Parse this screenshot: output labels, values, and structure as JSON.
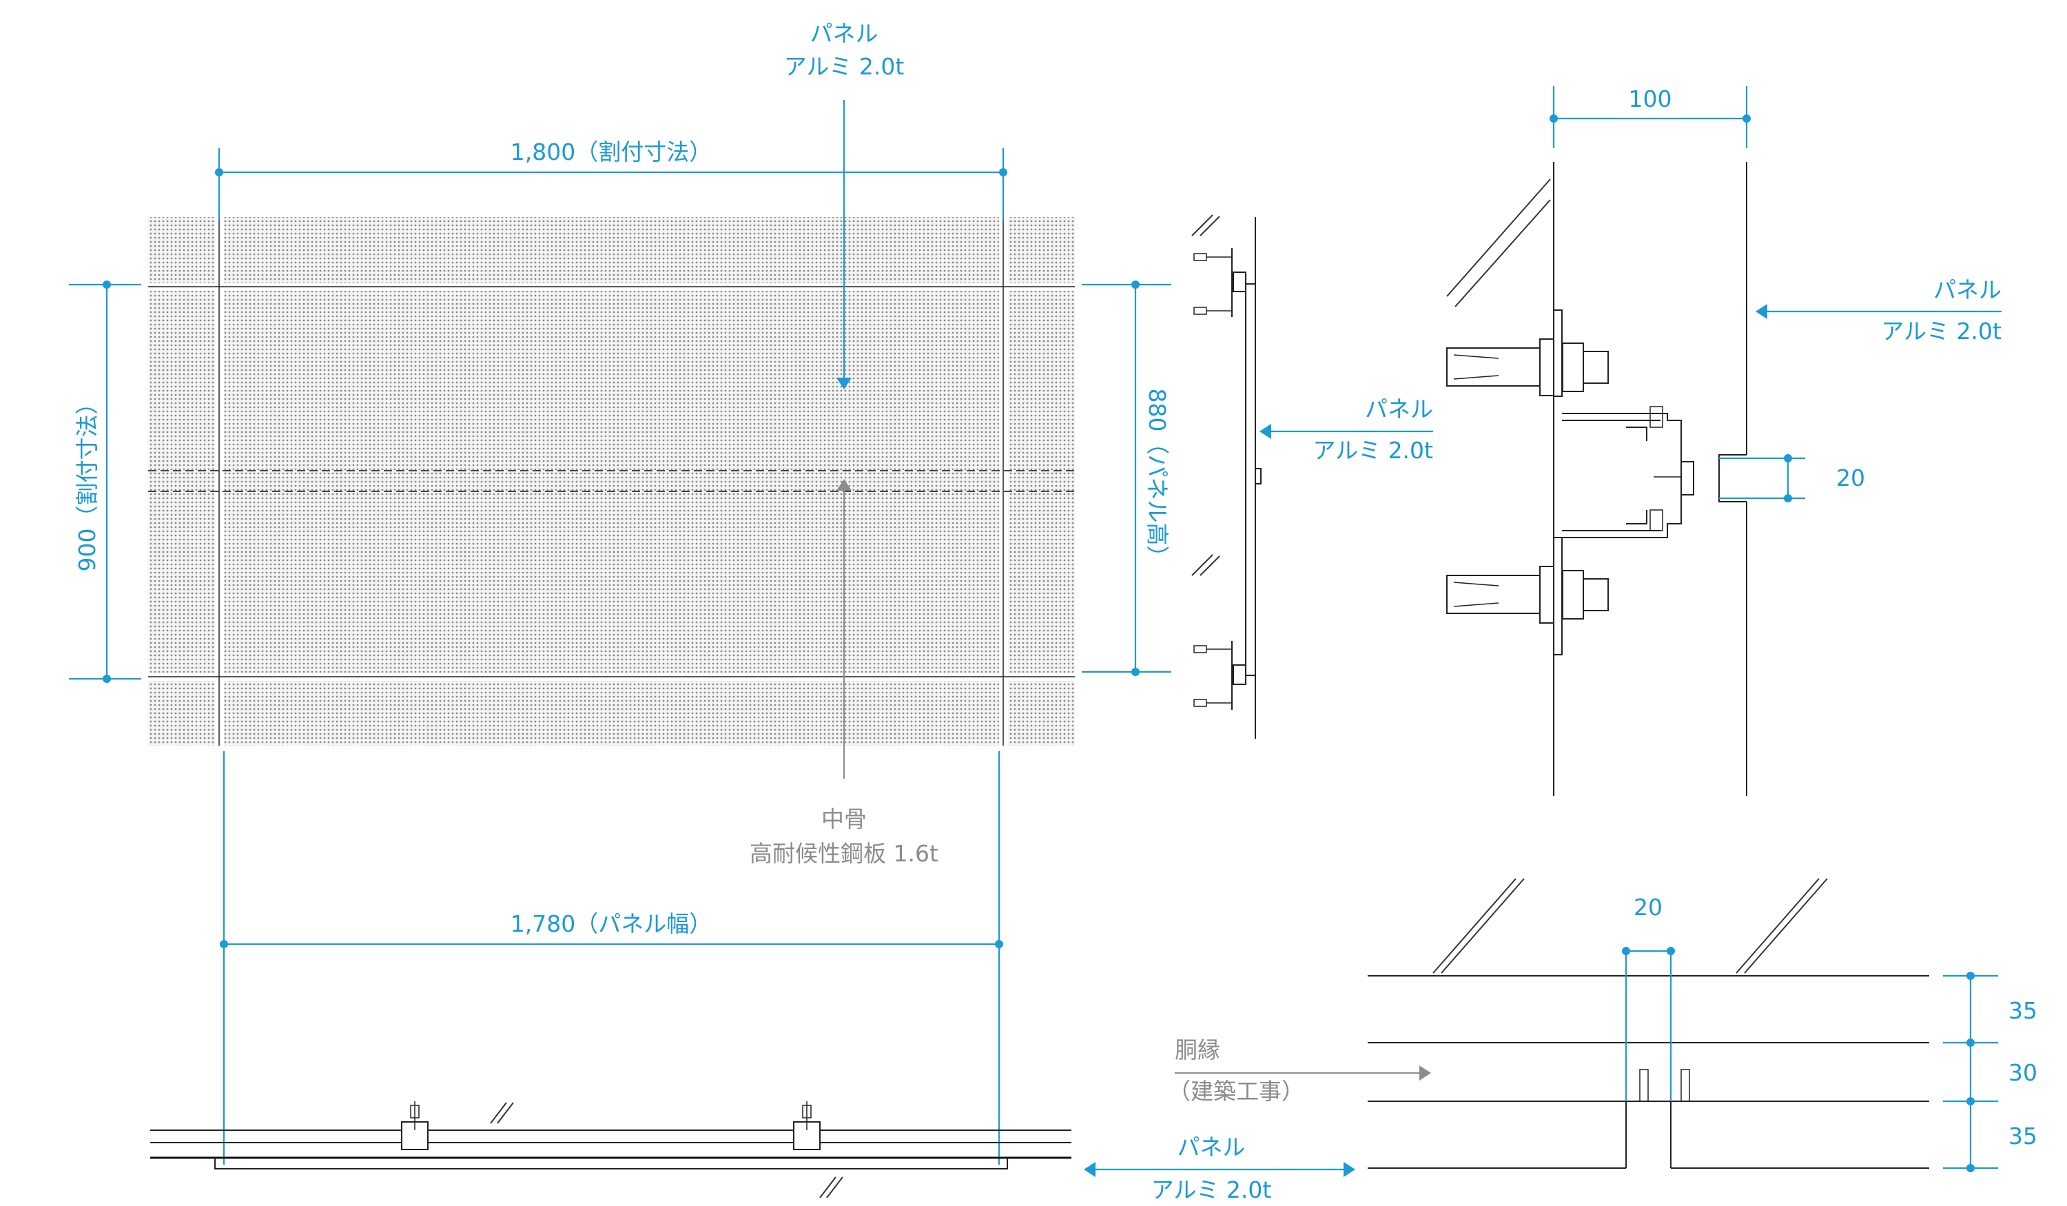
{
  "colors": {
    "dimension": "#1a9ad6",
    "note": "#8c8c8c",
    "line": "#222222"
  },
  "elevation": {
    "panel_top_label_1": "パネル",
    "panel_top_label_2": "アルミ 2.0t",
    "width_split": "1,800（割付寸法）",
    "height_split": "900（割付寸法）",
    "panel_height": "880（パネル高）",
    "stud_label_1": "中骨",
    "stud_label_2": "高耐候性鋼板 1.6t",
    "panel_width": "1,780（パネル幅）"
  },
  "section_small": {
    "panel_label_1": "パネル",
    "panel_label_2": "アルミ 2.0t"
  },
  "detail_section": {
    "dim_width": "100",
    "panel_label_1": "パネル",
    "panel_label_2": "アルミ 2.0t",
    "dim_gap": "20"
  },
  "plan_detail": {
    "dim_gap": "20",
    "furring_label_1": "胴縁",
    "furring_label_2": "（建築工事）",
    "panel_label_1": "パネル",
    "panel_label_2": "アルミ 2.0t",
    "dim_1": "35",
    "dim_2": "30",
    "dim_3": "35"
  }
}
